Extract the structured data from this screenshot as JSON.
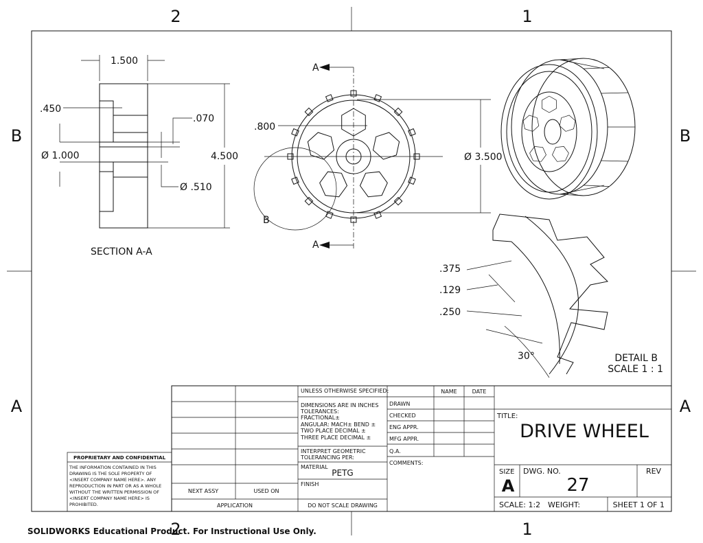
{
  "zones": {
    "top_left": "2",
    "top_right": "1",
    "bottom_left": "2",
    "bottom_right": "1",
    "left_upper": "B",
    "right_upper": "B",
    "left_lower": "A",
    "right_lower": "A"
  },
  "section": {
    "label": "SECTION A-A",
    "dims": {
      "width": "1.500",
      "hub": ".450",
      "bore": "Ø 1.000",
      "keyway": ".070",
      "diameter": "4.500",
      "key": "Ø .510"
    }
  },
  "front": {
    "cut_a_top": "A",
    "cut_a_bottom": "A",
    "detail_b": "B",
    "hex": ".800",
    "rim": "Ø 3.500"
  },
  "detail": {
    "d1": ".375",
    "d2": ".129",
    "d3": ".250",
    "angle": "30°",
    "label": "DETAIL B",
    "scale": "SCALE 1 : 1"
  },
  "title_block": {
    "unless": "UNLESS OTHERWISE SPECIFIED:",
    "name": "NAME",
    "date": "DATE",
    "dims_inches": "DIMENSIONS ARE IN INCHES",
    "tolerances": "TOLERANCES:",
    "fractional": "FRACTIONAL±",
    "angular": "ANGULAR: MACH±    BEND ±",
    "two_place": "TWO PLACE DECIMAL    ±",
    "three_place": "THREE PLACE DECIMAL  ±",
    "drawn": "DRAWN",
    "checked": "CHECKED",
    "eng_appr": "ENG APPR.",
    "mfg_appr": "MFG APPR.",
    "qa": "Q.A.",
    "comments": "COMMENTS:",
    "interpret": "INTERPRET GEOMETRIC",
    "toleranc": "TOLERANCING PER:",
    "material_label": "MATERIAL",
    "material": "PETG",
    "finish": "FINISH",
    "next_assy": "NEXT ASSY",
    "used_on": "USED ON",
    "application": "APPLICATION",
    "no_scale": "DO NOT SCALE DRAWING",
    "title_label": "TITLE:",
    "title": "DRIVE WHEEL",
    "size_label": "SIZE",
    "size": "A",
    "dwg_label": "DWG.  NO.",
    "dwg_no": "27",
    "rev": "REV",
    "scale": "SCALE: 1:2",
    "weight": "WEIGHT:",
    "sheet": "SHEET 1 OF 1"
  },
  "proprietary": {
    "heading": "PROPRIETARY AND CONFIDENTIAL",
    "lines": [
      "THE INFORMATION CONTAINED IN THIS",
      "DRAWING IS THE SOLE PROPERTY OF",
      "<INSERT COMPANY NAME HERE>.  ANY",
      "REPRODUCTION IN PART OR AS A WHOLE",
      "WITHOUT THE WRITTEN PERMISSION OF",
      "<INSERT COMPANY NAME HERE> IS",
      "PROHIBITED."
    ]
  },
  "footer": "SOLIDWORKS Educational Product. For Instructional Use Only."
}
